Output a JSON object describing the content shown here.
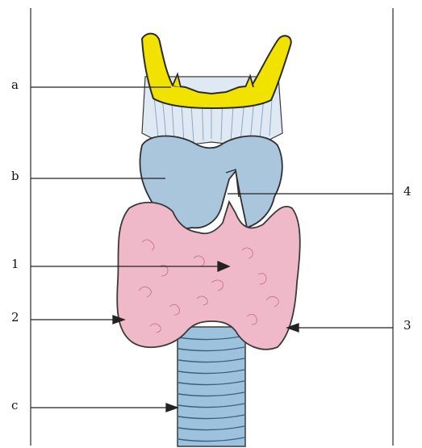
{
  "labels": {
    "a": "a",
    "b": "b",
    "c": "c",
    "n1": "1",
    "n2": "2",
    "n3": "3",
    "n4": "4"
  },
  "colors": {
    "hyoid": "#f2e200",
    "hyoid_outline": "#2a2a2a",
    "membrane": "#dfe9f4",
    "membrane_stroke": "#8ea6c2",
    "thyroid_cartilage": "#a9c6dc",
    "thyroid_gland": "#f0b9c9",
    "gland_outline": "#3a3a3a",
    "trachea": "#9cc2de",
    "trachea_ring": "#3d5f7c",
    "leader": "#222222",
    "frame_line": "#555555"
  },
  "structure_names": [
    "hyoid-bone",
    "thyrohyoid-membrane",
    "thyroid-cartilage",
    "thyroid-gland",
    "trachea"
  ]
}
